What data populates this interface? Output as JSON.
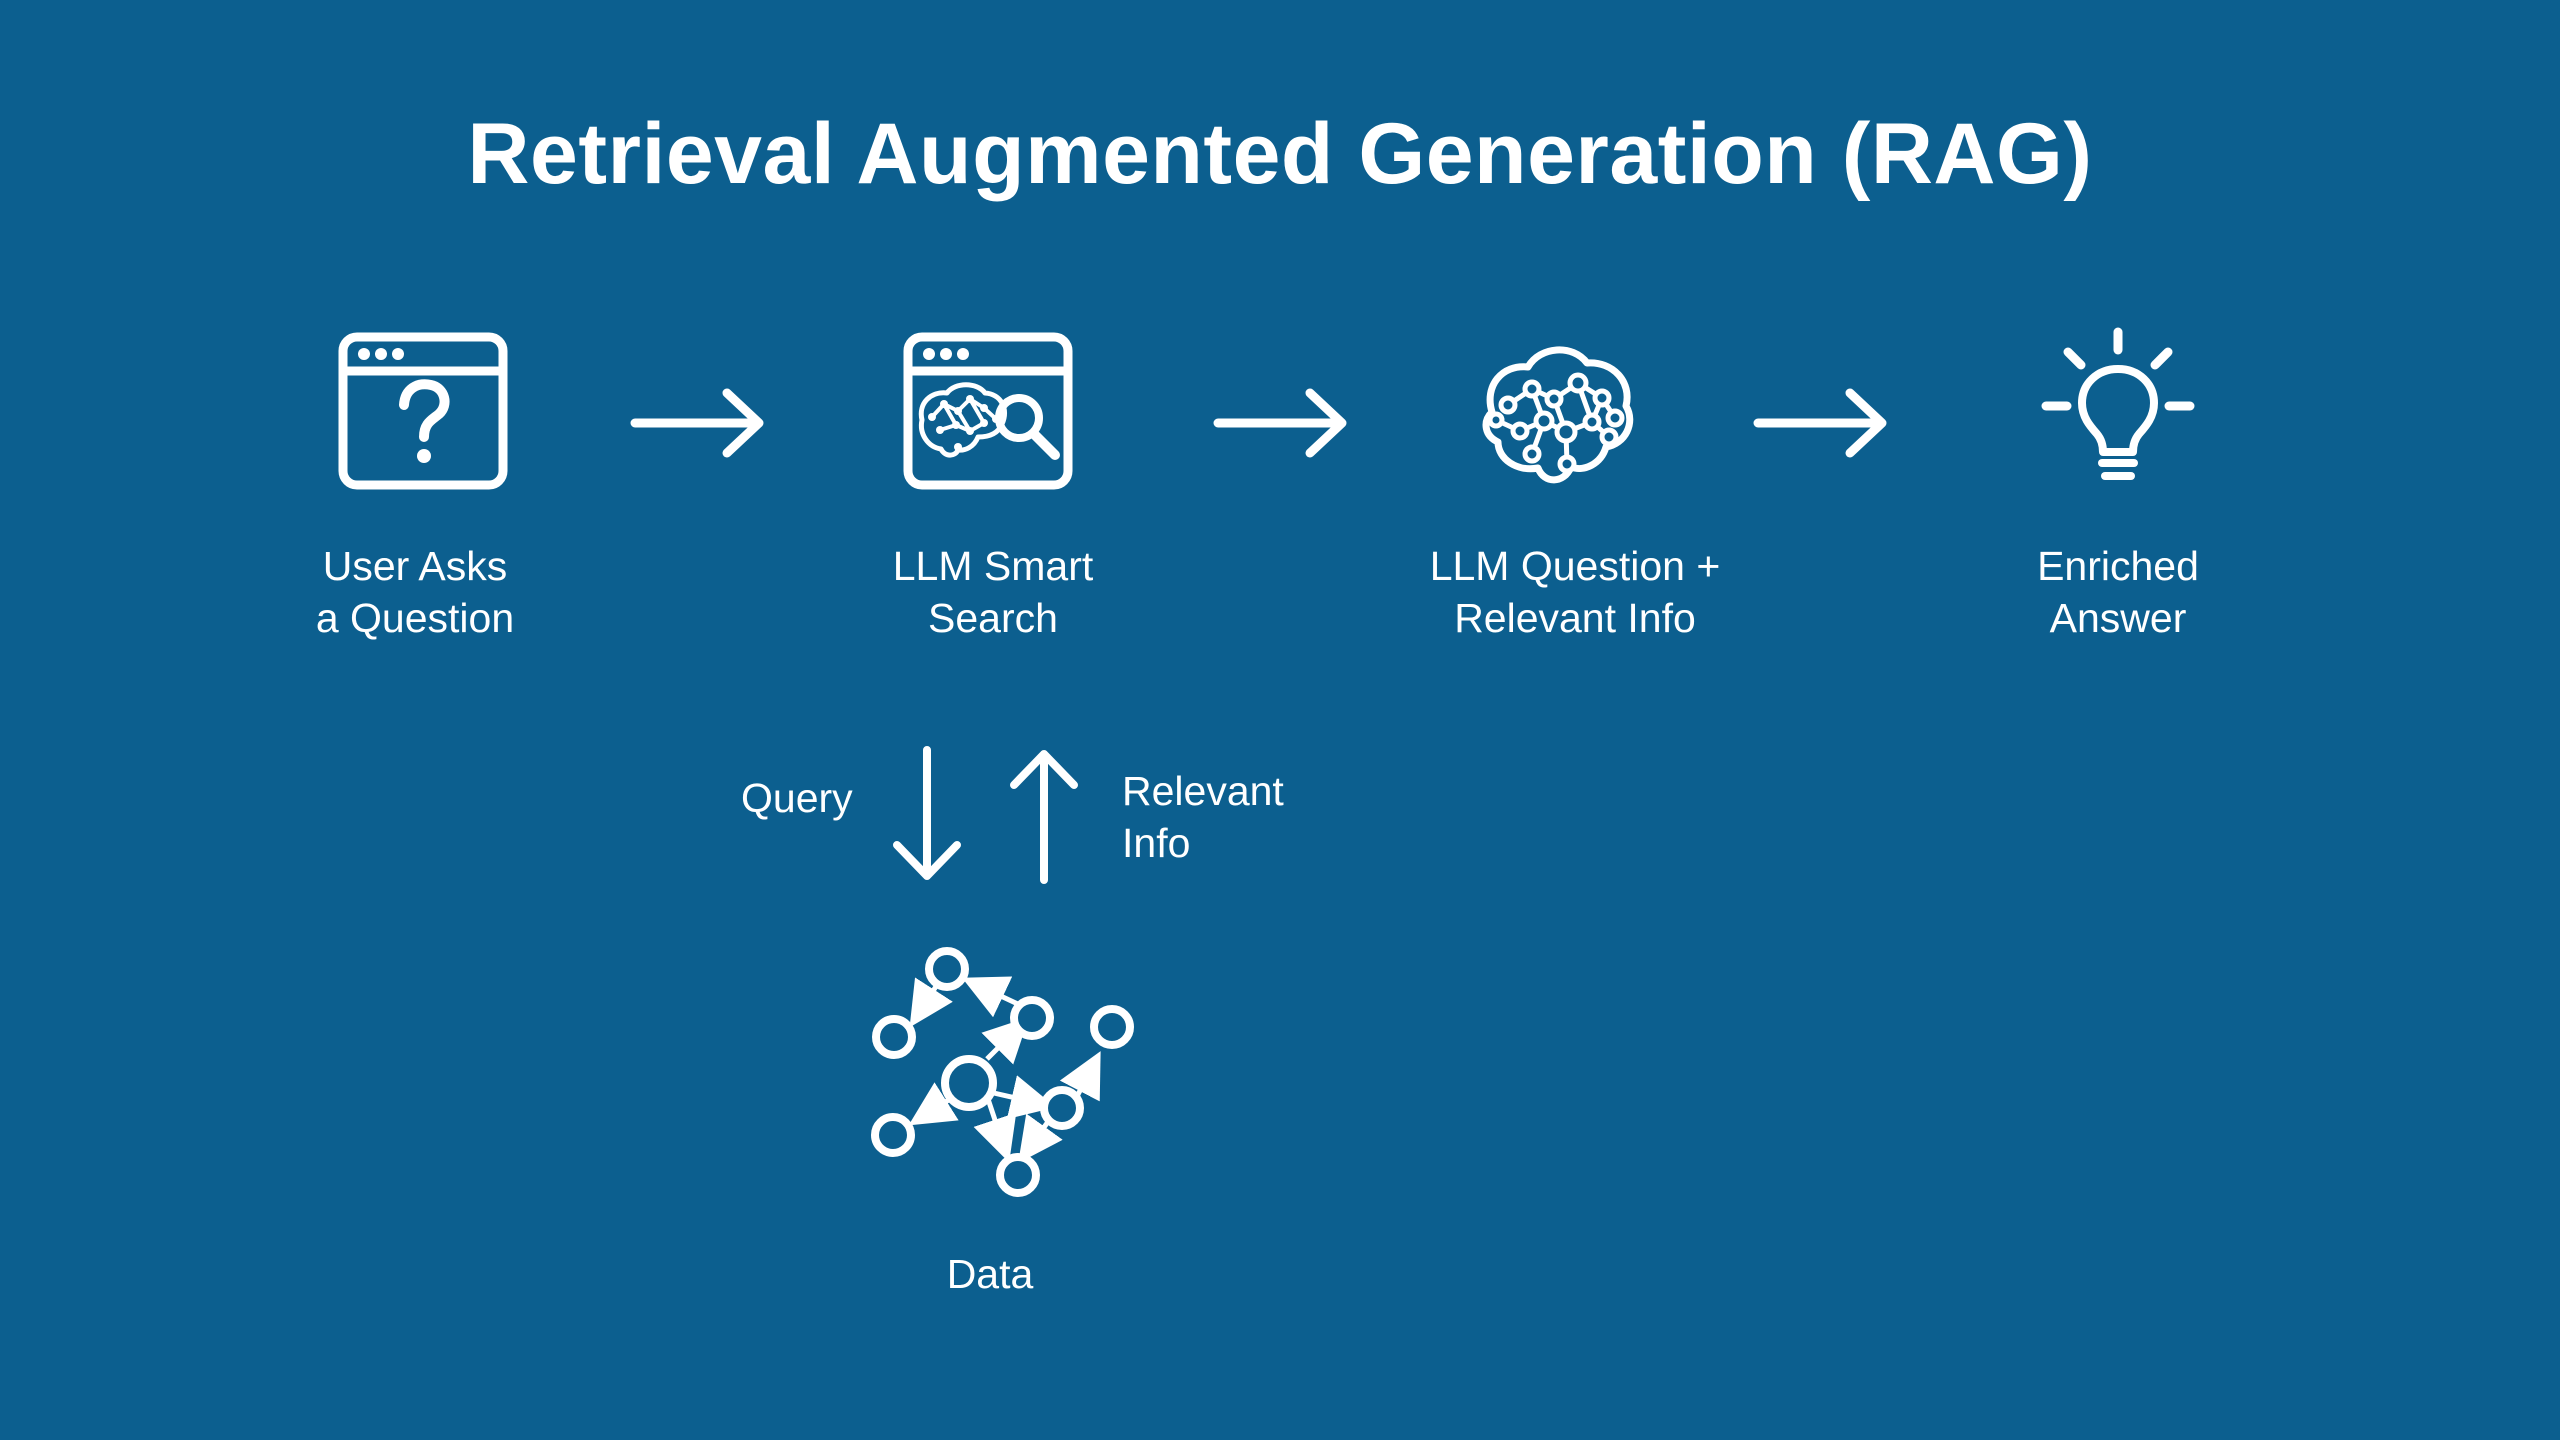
{
  "slide": {
    "title": "Retrieval Augmented Generation (RAG)",
    "background_color": "#0c5f8f",
    "foreground_color": "#ffffff"
  },
  "flow": {
    "steps": [
      {
        "id": "user-question",
        "icon": "browser-question-icon",
        "label_lines": [
          "User Asks",
          "a Question"
        ]
      },
      {
        "id": "llm-smart-search",
        "icon": "browser-brain-search-icon",
        "label_lines": [
          "LLM Smart",
          "Search"
        ]
      },
      {
        "id": "llm-question-relevant-info",
        "icon": "brain-network-icon",
        "label_lines": [
          "LLM Question +",
          "Relevant Info"
        ]
      },
      {
        "id": "enriched-answer",
        "icon": "lightbulb-icon",
        "label_lines": [
          "Enriched",
          "Answer"
        ]
      }
    ],
    "connectors": [
      {
        "from": "user-question",
        "to": "llm-smart-search",
        "icon": "arrow-right-icon"
      },
      {
        "from": "llm-smart-search",
        "to": "llm-question-relevant-info",
        "icon": "arrow-right-icon"
      },
      {
        "from": "llm-question-relevant-info",
        "to": "enriched-answer",
        "icon": "arrow-right-icon"
      }
    ]
  },
  "retrieval": {
    "query_label": "Query",
    "relevant_info_lines": [
      "Relevant",
      "Info"
    ],
    "query_icon": "arrow-down-icon",
    "relevant_info_icon": "arrow-up-icon",
    "data_icon": "graph-network-icon",
    "data_label": "Data"
  }
}
